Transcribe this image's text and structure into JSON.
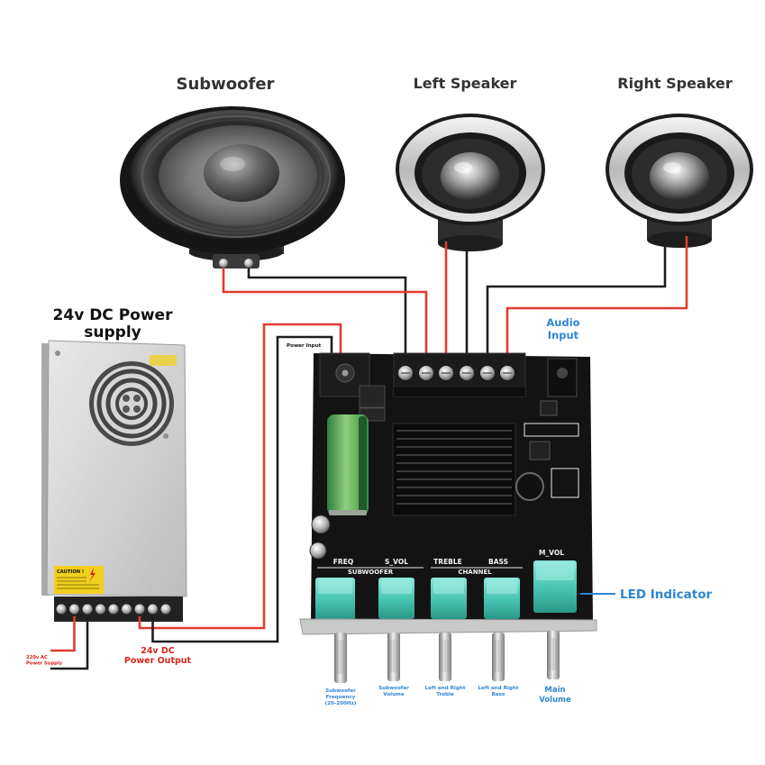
{
  "diagram": {
    "subwoofer_label": "Subwoofer",
    "left_speaker_label": "Left Speaker",
    "right_speaker_label": "Right Speaker",
    "power_supply_label": [
      "24v DC Power",
      "supply"
    ],
    "audio_input_label": [
      "Audio",
      "Input"
    ],
    "power_input_label": "Power Input",
    "led_indicator_label": "LED Indicator",
    "dc_output_label": [
      "24v DC",
      "Power Output"
    ],
    "ac_supply_label": [
      "220v AC",
      "Power Supply"
    ],
    "caution_label": "CAUTION !"
  },
  "board_silkscreen": {
    "freq": "FREQ",
    "s_vol": "S_VOL",
    "treble": "TREBLE",
    "bass": "BASS",
    "m_vol": "M_VOL",
    "subwoofer": "SUBWOOFER",
    "channel": "CHANNEL"
  },
  "knobs": [
    {
      "caption": [
        "Subwoofer",
        "Frequency",
        "(20-200Hz)"
      ]
    },
    {
      "caption": [
        "Subwoofer",
        "Volume"
      ]
    },
    {
      "caption": [
        "Left and Right",
        "Treble"
      ]
    },
    {
      "caption": [
        "Left and Right",
        "Bass"
      ]
    },
    {
      "caption": [
        "Main",
        "Volume"
      ]
    }
  ],
  "colors": {
    "wire_red": "#e23b2e",
    "wire_black": "#1e1e1e",
    "label_blue": "#2e86d4",
    "label_red": "#d7261c",
    "knob": "#45c3b0",
    "heading": "#333333"
  }
}
